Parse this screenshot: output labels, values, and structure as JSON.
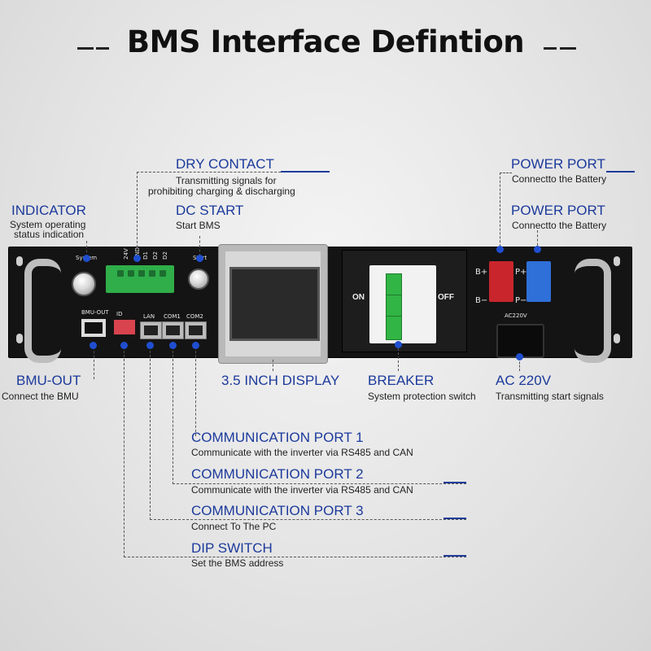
{
  "title": "BMS Interface Defintion",
  "callouts": {
    "dry_contact": {
      "label": "DRY CONTACT",
      "desc1": "Transmitting signals for",
      "desc2": "prohibiting charging & discharging"
    },
    "dc_start": {
      "label": "DC START",
      "desc": "Start BMS"
    },
    "indicator": {
      "label": "INDICATOR",
      "desc1": "System operating",
      "desc2": "status indication"
    },
    "power_port_1": {
      "label": "POWER PORT",
      "desc": "Connectto the Battery"
    },
    "power_port_2": {
      "label": "POWER PORT",
      "desc": "Connectto the Battery"
    },
    "bmu_out": {
      "label": "BMU-OUT",
      "desc": "Connect the BMU"
    },
    "display": {
      "label": "3.5 INCH DISPLAY"
    },
    "breaker": {
      "label": "BREAKER",
      "desc": "System protection switch"
    },
    "ac220": {
      "label": "AC 220V",
      "desc": "Transmitting start signals"
    },
    "com1": {
      "label": "COMMUNICATION PORT 1",
      "desc": "Communicate with the inverter via RS485 and CAN"
    },
    "com2": {
      "label": "COMMUNICATION PORT 2",
      "desc": "Communicate with the inverter via RS485 and CAN"
    },
    "com3": {
      "label": "COMMUNICATION PORT 3",
      "desc": "Connect To The PC"
    },
    "dip_switch": {
      "label": "DIP SWITCH",
      "desc": "Set the BMS address"
    }
  },
  "panel_silkscreen": {
    "system": "System",
    "start": "Start",
    "bmu_out": "BMU-OUT",
    "id": "ID",
    "lan": "LAN",
    "com1": "COM1",
    "com2": "COM2",
    "dry_pins": [
      "24V",
      "GND",
      "D1",
      "D2",
      "D2"
    ],
    "on": "ON",
    "off": "OFF",
    "b_plus": "B+",
    "b_minus": "B−",
    "p_plus": "P+",
    "p_minus": "P−",
    "ac220v": "AC220V"
  },
  "colors": {
    "label_blue": "#1c3a9c",
    "dot_blue": "#1f4fd0",
    "panel": "#141414",
    "breaker_green": "#31b545",
    "red_connector": "#c8262c",
    "blue_connector": "#2f6fd8"
  }
}
